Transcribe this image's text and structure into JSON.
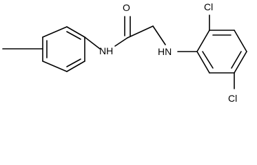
{
  "molecule": {
    "atoms": {
      "oxygen": "O",
      "amide_nh": "NH",
      "amine_hn": "HN",
      "chlorine_top": "Cl",
      "chlorine_bottom": "Cl"
    }
  }
}
